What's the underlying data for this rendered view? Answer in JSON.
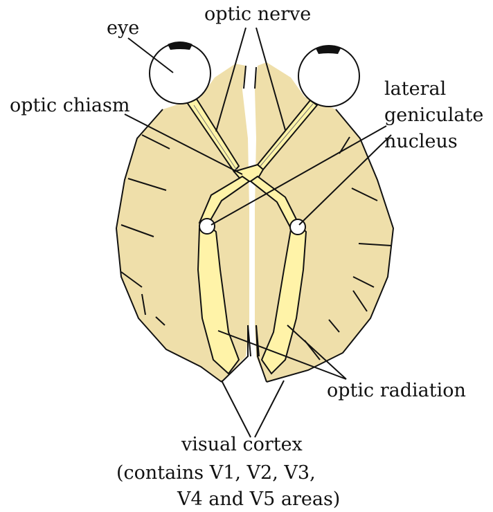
{
  "labels": {
    "eye": "eye",
    "optic_nerve": "optic nerve",
    "optic_chiasm": "optic chiasm",
    "lateral_geniculate_nucleus": [
      "lateral",
      "geniculate",
      "nucleus"
    ],
    "optic_radiation": "optic radiation",
    "visual_cortex": "visual cortex",
    "visual_cortex_note_line1": "(contains V1, V2, V3,",
    "visual_cortex_note_line2": "V4 and V5 areas)"
  },
  "colors": {
    "brain_fill": "#efdfaa",
    "pathway_fill": "#fff3a8",
    "eye_fill": "#ffffff",
    "pupil": "#111111",
    "outline": "#111111"
  }
}
